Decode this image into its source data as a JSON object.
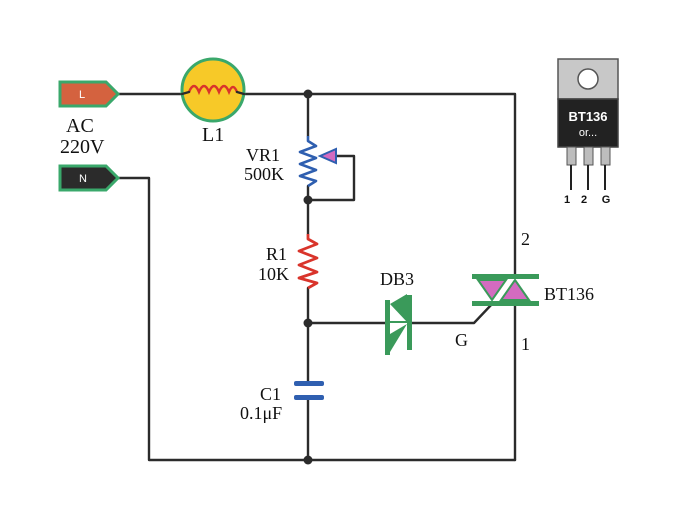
{
  "terminals": {
    "line": "L",
    "neutral": "N"
  },
  "source": {
    "line1": "AC",
    "line2": "220V"
  },
  "lamp": {
    "ref": "L1"
  },
  "potentiometer": {
    "ref": "VR1",
    "value": "500K"
  },
  "resistor": {
    "ref": "R1",
    "value": "10K"
  },
  "capacitor": {
    "ref": "C1",
    "value": "0.1μF"
  },
  "diac": {
    "ref": "DB3"
  },
  "triac": {
    "ref": "BT136",
    "pin_main2": "2",
    "pin_main1": "1",
    "pin_gate": "G"
  },
  "package": {
    "part": "BT136",
    "sub": "or...",
    "pins": [
      "1",
      "2",
      "G"
    ]
  },
  "colors": {
    "wire": "#2b2b2b",
    "terminal_line": "#d4623f",
    "terminal_neutral": "#2b2b2b",
    "terminal_border": "#3aa86b",
    "lamp_fill": "#f7c928",
    "resistor": "#d9342b",
    "potentiometer": "#2f5fb0",
    "capacitor": "#2f5fb0",
    "semiconductor": "#3a9a5a",
    "triac_fill": "#d36bc0"
  }
}
